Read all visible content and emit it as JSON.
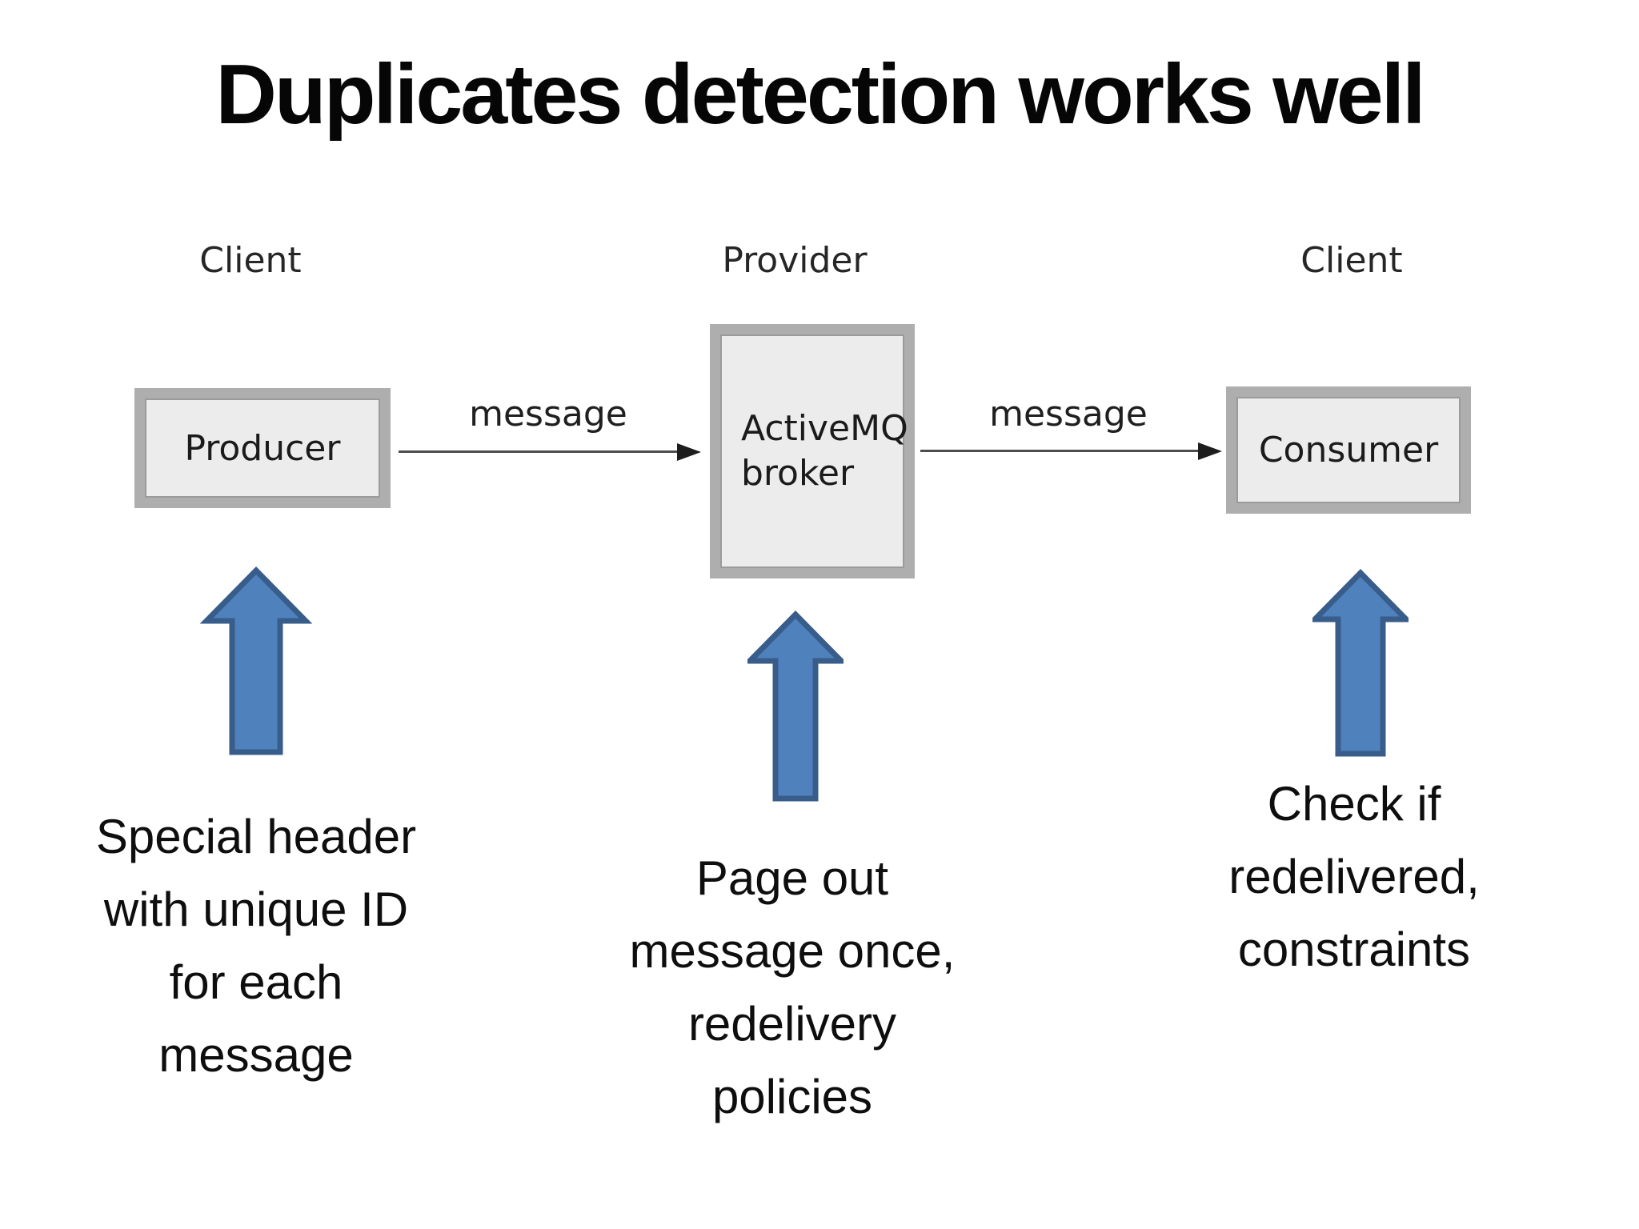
{
  "title": "Duplicates detection works well",
  "diagram": {
    "role_labels": {
      "left": {
        "label": "Client"
      },
      "middle": {
        "label": "Provider"
      },
      "right": {
        "label": "Client"
      }
    },
    "nodes": {
      "producer": {
        "label": "Producer"
      },
      "broker": {
        "line1": "ActiveMQ",
        "line2": "broker"
      },
      "consumer": {
        "label": "Consumer"
      }
    },
    "edges": {
      "producer_to_broker": {
        "label": "message"
      },
      "broker_to_consumer": {
        "label": "message"
      }
    }
  },
  "annotations": {
    "left": {
      "lines": [
        "Special header",
        "with unique ID",
        "for each",
        "message"
      ]
    },
    "middle": {
      "lines": [
        "Page out",
        "message once,",
        "redelivery",
        "policies"
      ]
    },
    "right": {
      "lines": [
        "Check if",
        "redelivered,",
        "constraints"
      ]
    }
  },
  "colors": {
    "arrow_fill": "#4f81bd",
    "arrow_border": "#385d8a",
    "box_fill": "#ececec",
    "box_border": "#aeaeae",
    "connector": "#4d4d4d"
  }
}
